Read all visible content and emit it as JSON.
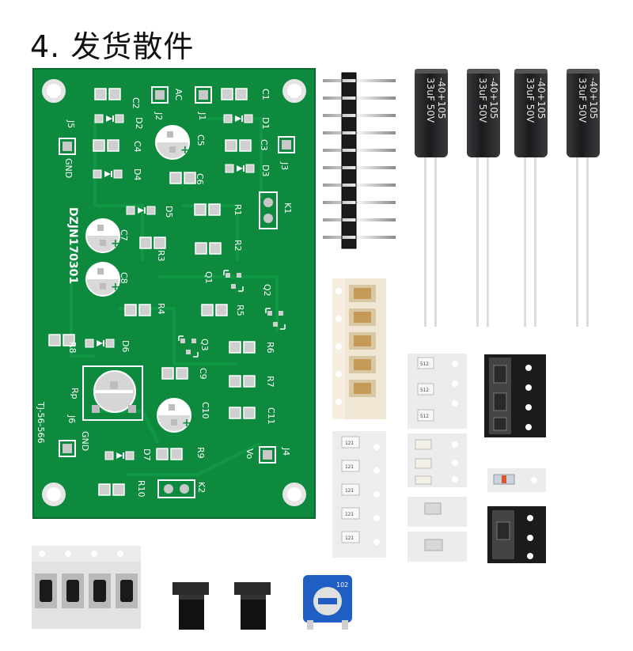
{
  "title": {
    "number": "4.",
    "text": "发货散件"
  },
  "pcb": {
    "board_id": "DZJN170301",
    "model": "TJ-56-566",
    "labels": {
      "j5": "J5",
      "gnd_top": "GND",
      "j2": "J2",
      "ac": "AC",
      "j1": "J1",
      "j3": "J3",
      "c1": "C1",
      "c2": "C2",
      "c3": "C3",
      "c4": "C4",
      "c5": "C5",
      "c6": "C6",
      "c7": "C7",
      "c8": "C8",
      "c9": "C9",
      "c10": "C10",
      "c11": "C11",
      "d1": "D1",
      "d2": "D2",
      "d3": "D3",
      "d4": "D4",
      "d5": "D5",
      "d6": "D6",
      "d7": "D7",
      "r1": "R1",
      "r2": "R2",
      "r3": "R3",
      "r4": "R4",
      "r5": "R5",
      "r6": "R6",
      "r7": "R7",
      "r8": "R8",
      "r9": "R9",
      "r10": "R10",
      "q1": "Q1",
      "q2": "Q2",
      "q3": "Q3",
      "k1": "K1",
      "k2": "K2",
      "rp": "Rp",
      "j6": "J6",
      "gnd_bottom": "GND",
      "j4": "J4",
      "vo": "Vo"
    }
  },
  "capacitors": {
    "marking": "33uF 50V",
    "temp": "-40+105"
  },
  "smd": {
    "strip_a": "512",
    "strip_b": "121"
  },
  "trimmer": {
    "marking": "102"
  },
  "colors": {
    "pcb": "#0e8a3e",
    "pad": "#d8d8d8",
    "header": "#1a1a1a",
    "cap": "#1c1c1e",
    "potentiometer": "#1f5fc4"
  }
}
